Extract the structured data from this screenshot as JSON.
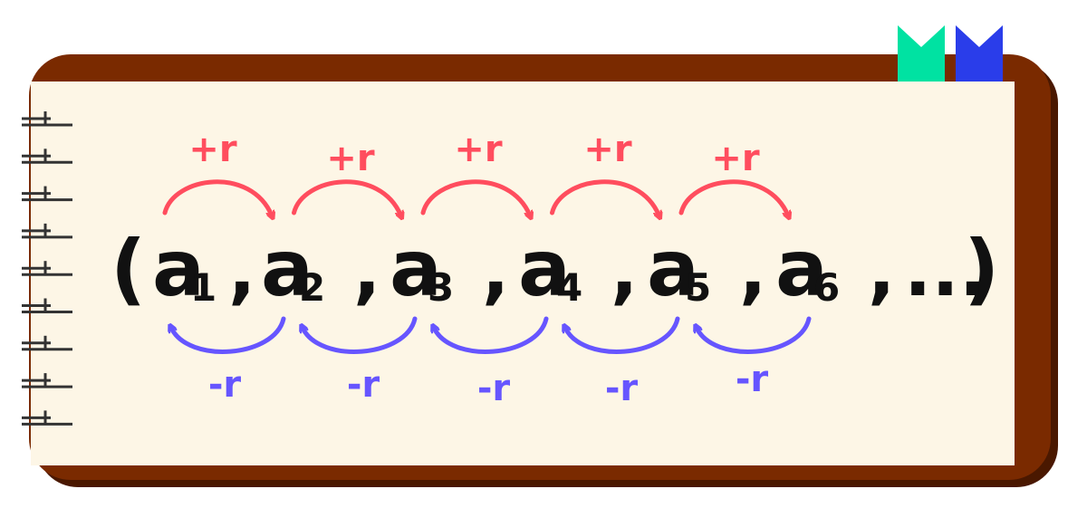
{
  "colors": {
    "board": "#7a2a00",
    "board_shadow": "#4a1800",
    "paper": "#fdf6e6",
    "forward": "#ff4d5e",
    "backward": "#6655ff",
    "ribbon_left": "#00e2a2",
    "ribbon_right": "#2a3dea",
    "ink": "#111111",
    "binding": "#333333"
  },
  "icons": {
    "ribbons": "bookmark-ribbon-icon",
    "binding": "spiral-binding-icon"
  },
  "sequence": {
    "open_paren": "(",
    "close_paren": ")",
    "separator": ",",
    "ellipsis": "...",
    "base": "a",
    "terms": [
      {
        "sub": "1"
      },
      {
        "sub": "2"
      },
      {
        "sub": "3"
      },
      {
        "sub": "4"
      },
      {
        "sub": "5"
      },
      {
        "sub": "6"
      }
    ]
  },
  "forward_arrows": {
    "label": "+r",
    "count": 5
  },
  "backward_arrows": {
    "label": "-r",
    "count": 5
  },
  "binding_rings": 9
}
